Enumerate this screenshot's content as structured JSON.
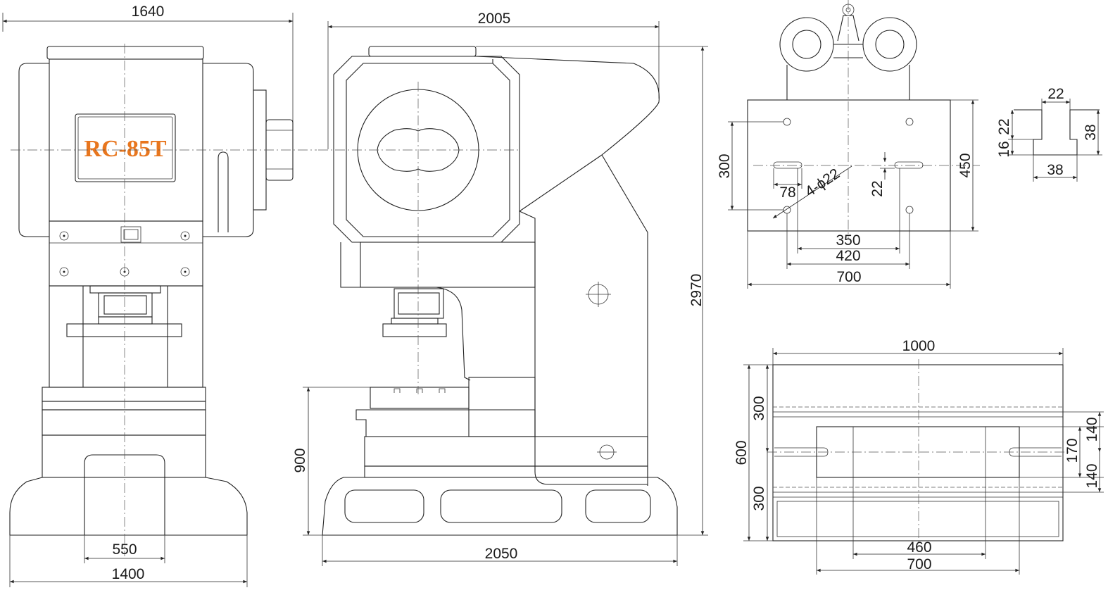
{
  "model_label": "RC-85T",
  "colors": {
    "line": "#222222",
    "model_label": "#e8761e",
    "background": "#ffffff"
  },
  "front_view": {
    "overall_width": "1640",
    "base_width": "1400",
    "bolster_width": "550"
  },
  "side_view": {
    "height_overall": "2005",
    "height_total": "2970",
    "base_length": "2050",
    "table_height": "900"
  },
  "slide_detail": {
    "hole_span": "300",
    "outer_width": "450",
    "hole_offset": "78",
    "hole_callout": "4-ϕ22",
    "slot_depth": "22",
    "inner_span": "350",
    "mid_span": "420",
    "overall_length": "700"
  },
  "t_slot": {
    "top_width": "22",
    "left_upper": "22",
    "left_lower": "16",
    "right_height": "38",
    "bottom_width": "38"
  },
  "bolster_detail": {
    "width": "1000",
    "depth": "600",
    "upper_band": "300",
    "lower_band": "300",
    "right_a": "140",
    "right_b": "170",
    "right_c": "140",
    "inner_span": "460",
    "outer_span": "700"
  }
}
